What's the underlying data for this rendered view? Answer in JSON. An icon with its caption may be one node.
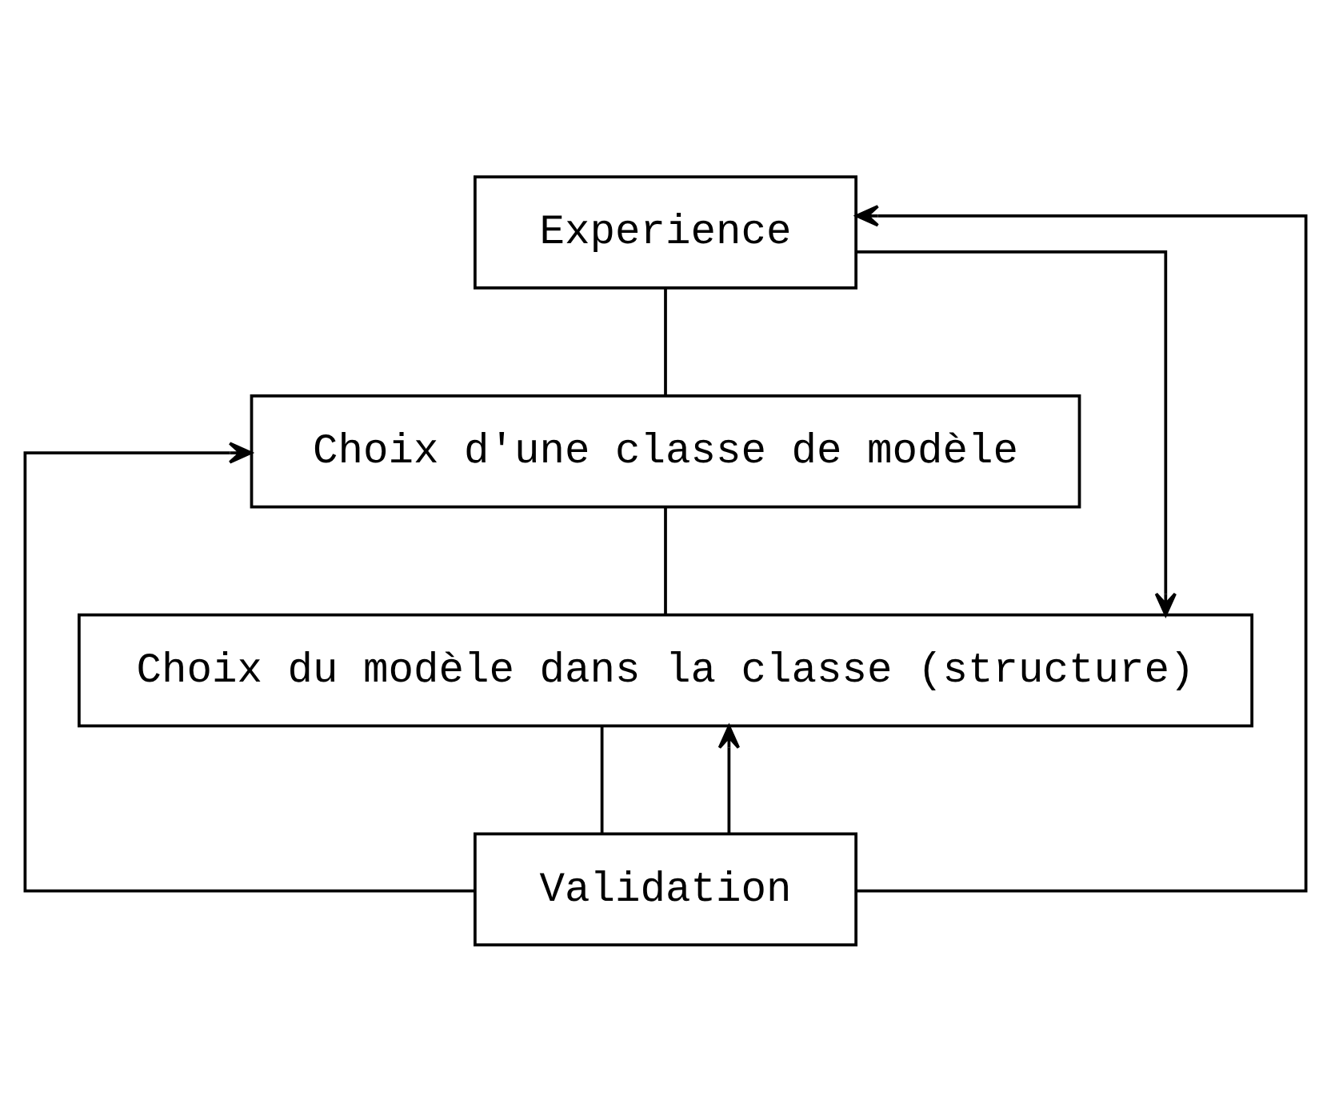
{
  "diagram": {
    "nodes": [
      {
        "text": [
          "Experience"
        ]
      },
      {
        "text": [
          "Choix d'une classe de modèle"
        ]
      },
      {
        "text": [
          "Choix du modèle dans la classe (structure)"
        ]
      },
      {
        "text": [
          "Validation"
        ]
      }
    ],
    "edges": [
      {
        "from": 0,
        "to": 1,
        "arrow": "none"
      },
      {
        "from": 1,
        "to": 2,
        "arrow": "none"
      },
      {
        "from": 2,
        "to": 3,
        "arrow": "none"
      },
      {
        "from": 0,
        "to": 2,
        "arrow": "to"
      },
      {
        "from": 3,
        "to": 0,
        "arrow": "to"
      },
      {
        "from": 3,
        "to": 1,
        "arrow": "to"
      },
      {
        "from": 3,
        "to": 2,
        "arrow": "to"
      }
    ]
  }
}
